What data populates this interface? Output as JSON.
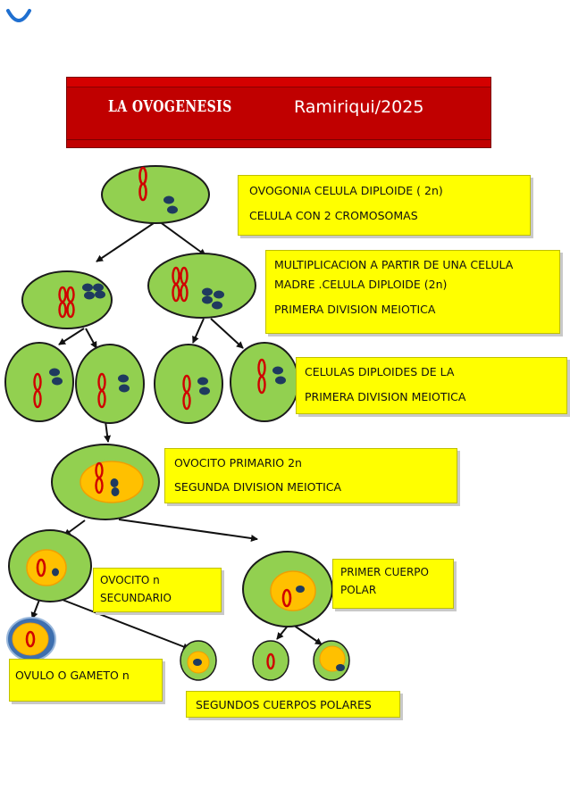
{
  "header": {
    "title": "LA OVOGENESIS",
    "place_year": "Ramiriqui/2025"
  },
  "labels": {
    "ovogonia": {
      "line1": "OVOGONIA CELULA DIPLOIDE ( 2n)",
      "line2": "CELULA CON 2  CROMOSOMAS"
    },
    "multiplicacion": {
      "line1": "MULTIPLICACION A PARTIR DE UNA CELULA",
      "line2": "MADRE .CELULA DIPLOIDE (2n)",
      "line3": "PRIMERA DIVISION MEIOTICA"
    },
    "diploides": {
      "line1": " CELULAS DIPLOIDES DE LA",
      "line2": "PRIMERA DIVISION MEIOTICA"
    },
    "ovocito_primario": {
      "line1": "OVOCITO  PRIMARIO 2n",
      "line2": "SEGUNDA DIVISION MEIOTICA"
    },
    "ovocito_secundario": {
      "line1": "OVOCITO  n",
      "line2": "SECUNDARIO"
    },
    "primer_cuerpo": {
      "line1": "PRIMER CUERPO",
      "line2": "POLAR"
    },
    "ovulo": {
      "line1": "OVULO O GAMETO n"
    },
    "segundos_cuerpos": {
      "line1": "SEGUNDOS CUERPOS POLARES"
    }
  },
  "colors": {
    "cell_fill": "#92d050",
    "cell_stroke": "#1b1b1b",
    "ovocyte_fill": "#ffc000",
    "ovocyte_stroke": "#f0a000",
    "ovule_outer": "#4f81bd",
    "chromosome": "#d00000",
    "nucleus_dot": "#1f3a5f",
    "label_fill": "#ffff00",
    "header_fill": "#c00000"
  },
  "icons": [
    "corner-logo-icon",
    "chromosome-icon",
    "nucleus-dot-icon",
    "arrow-icon"
  ]
}
